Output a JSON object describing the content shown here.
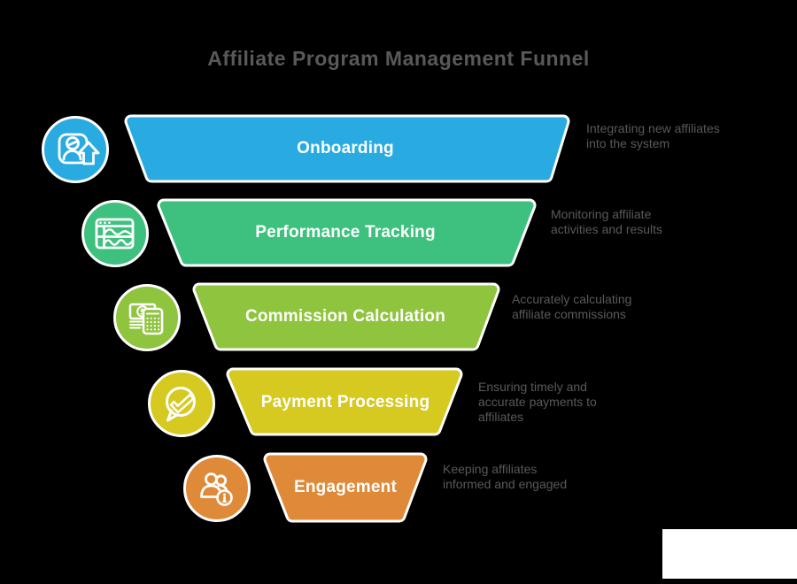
{
  "title": "Affiliate Program Management Funnel",
  "colors": {
    "background": "#000000",
    "title_text": "#58595B",
    "description_text": "#58595B",
    "stage_label_text": "#FFFFFF",
    "shape_outline": "#FFFFFF",
    "watermark_box": "#FFFFFF"
  },
  "stages": [
    {
      "label": "Onboarding",
      "color": "#29ABE2",
      "icon": "user-card-upload-icon",
      "description_lines": [
        "Integrating new affiliates",
        "into the system"
      ]
    },
    {
      "label": "Performance Tracking",
      "color": "#3EC17E",
      "icon": "analytics-window-icon",
      "description_lines": [
        "Monitoring affiliate",
        "activities and results"
      ]
    },
    {
      "label": "Commission Calculation",
      "color": "#8FC43E",
      "icon": "money-calculator-icon",
      "description_lines": [
        "Accurately calculating",
        "affiliate commissions"
      ]
    },
    {
      "label": "Payment Processing",
      "color": "#D6C920",
      "icon": "chat-check-icon",
      "description_lines": [
        "Ensuring timely and",
        "accurate payments to",
        "affiliates"
      ]
    },
    {
      "label": "Engagement",
      "color": "#DF8A39",
      "icon": "users-info-icon",
      "description_lines": [
        "Keeping affiliates",
        "informed and engaged"
      ]
    }
  ]
}
